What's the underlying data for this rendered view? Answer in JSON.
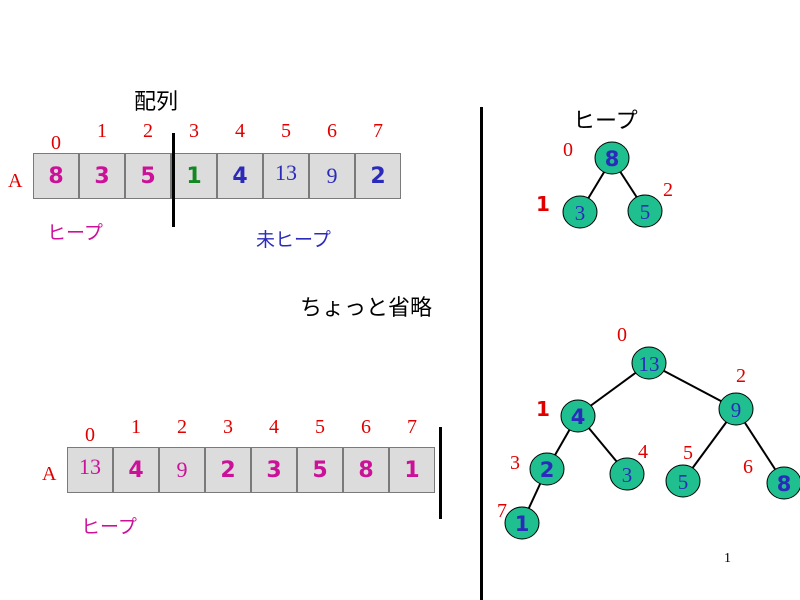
{
  "top": {
    "title": "配列",
    "row_label": "A",
    "indices": [
      "0",
      "1",
      "2",
      "3",
      "4",
      "5",
      "6",
      "7"
    ],
    "cells": [
      {
        "value": "8",
        "color": "#cc1199",
        "style": "bold"
      },
      {
        "value": "3",
        "color": "#cc1199",
        "style": "bold"
      },
      {
        "value": "5",
        "color": "#cc1199",
        "style": "bold"
      },
      {
        "value": "1",
        "color": "#118822",
        "style": "bold"
      },
      {
        "value": "4",
        "color": "#2b2bbb",
        "style": "bold"
      },
      {
        "value": "13",
        "color": "#2b2bbb",
        "style": "serif"
      },
      {
        "value": "9",
        "color": "#2b2bbb",
        "style": "serif"
      },
      {
        "value": "2",
        "color": "#2b2bbb",
        "style": "bold"
      }
    ],
    "heap_label": "ヒープ",
    "unheap_label": "未ヒープ"
  },
  "middle_text": "ちょっと省略",
  "bottom": {
    "row_label": "A",
    "indices": [
      "0",
      "1",
      "2",
      "3",
      "4",
      "5",
      "6",
      "7"
    ],
    "cells": [
      {
        "value": "13",
        "color": "#cc1199",
        "style": "serif"
      },
      {
        "value": "4",
        "color": "#cc1199",
        "style": "bold"
      },
      {
        "value": "9",
        "color": "#cc1199",
        "style": "serif"
      },
      {
        "value": "2",
        "color": "#cc1199",
        "style": "bold"
      },
      {
        "value": "3",
        "color": "#cc1199",
        "style": "bold"
      },
      {
        "value": "5",
        "color": "#cc1199",
        "style": "bold"
      },
      {
        "value": "8",
        "color": "#cc1199",
        "style": "bold"
      },
      {
        "value": "1",
        "color": "#cc1199",
        "style": "bold"
      }
    ],
    "heap_label": "ヒープ"
  },
  "tree_small": {
    "title": "ヒープ",
    "nodes": [
      {
        "index": "0",
        "value": "8",
        "idx_style": "serif",
        "val_style": "bold"
      },
      {
        "index": "1",
        "value": "3",
        "idx_style": "bold",
        "val_style": "serif"
      },
      {
        "index": "2",
        "value": "5",
        "idx_style": "serif",
        "val_style": "serif"
      }
    ]
  },
  "tree_large": {
    "nodes": [
      {
        "index": "0",
        "value": "13",
        "idx_style": "serif",
        "val_style": "serif"
      },
      {
        "index": "1",
        "value": "4",
        "idx_style": "bold",
        "val_style": "bold"
      },
      {
        "index": "2",
        "value": "9",
        "idx_style": "serif",
        "val_style": "serif"
      },
      {
        "index": "3",
        "value": "2",
        "idx_style": "serif",
        "val_style": "bold"
      },
      {
        "index": "4",
        "value": "3",
        "idx_style": "serif",
        "val_style": "serif"
      },
      {
        "index": "5",
        "value": "5",
        "idx_style": "serif",
        "val_style": "serif"
      },
      {
        "index": "6",
        "value": "8",
        "idx_style": "serif",
        "val_style": "bold"
      },
      {
        "index": "7",
        "value": "1",
        "idx_style": "serif",
        "val_style": "bold"
      }
    ]
  },
  "colors": {
    "node_fill": "#1fbf8f",
    "index_red": "#e00000",
    "node_text": "#2b2bbb"
  },
  "page_number": "1"
}
